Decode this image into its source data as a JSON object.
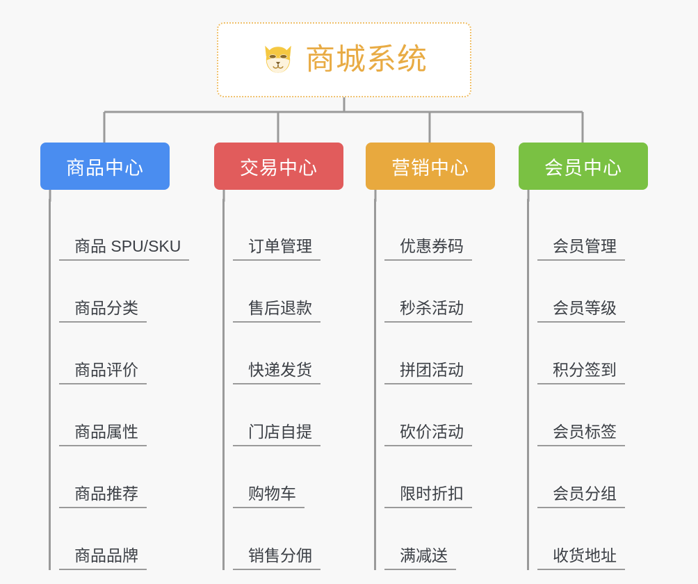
{
  "page": {
    "background_color": "#f8f8f8",
    "diagram_type": "mindmap"
  },
  "root": {
    "title": "商城系统",
    "icon": "shiba-dog-icon",
    "text_color": "#e8ab44",
    "border_color": "#f0c06a",
    "background_color": "#ffffff"
  },
  "connector": {
    "color": "#9a9a9a"
  },
  "branches": [
    {
      "label": "商品中心",
      "color": "#4a8df0",
      "items": [
        "商品 SPU/SKU",
        "商品分类",
        "商品评价",
        "商品属性",
        "商品推荐",
        "商品品牌"
      ]
    },
    {
      "label": "交易中心",
      "color": "#e15c5c",
      "items": [
        "订单管理",
        "售后退款",
        "快递发货",
        "门店自提",
        "购物车",
        "销售分佣"
      ]
    },
    {
      "label": "营销中心",
      "color": "#e8a93e",
      "items": [
        "优惠券码",
        "秒杀活动",
        "拼团活动",
        "砍价活动",
        "限时折扣",
        "满减送"
      ]
    },
    {
      "label": "会员中心",
      "color": "#7ac143",
      "items": [
        "会员管理",
        "会员等级",
        "积分签到",
        "会员标签",
        "会员分组",
        "收货地址"
      ]
    }
  ]
}
